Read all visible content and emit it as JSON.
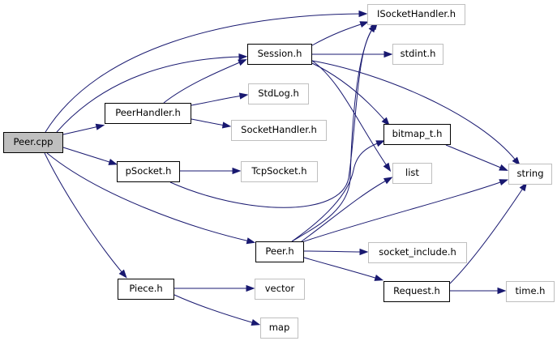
{
  "colors": {
    "edge": "#191970",
    "root_fill": "#bfbfbf",
    "node_border": "#000000",
    "external_border": "#bfbfbf"
  },
  "nodes": {
    "peer_cpp": "Peer.cpp",
    "peerhandler_h": "PeerHandler.h",
    "session_h": "Session.h",
    "isockethandler_h": "ISocketHandler.h",
    "stdint_h": "stdint.h",
    "stdlog_h": "StdLog.h",
    "sockethandler_h": "SocketHandler.h",
    "bitmap_t_h": "bitmap_t.h",
    "string": "string",
    "psocket_h": "pSocket.h",
    "tcpsocket_h": "TcpSocket.h",
    "list": "list",
    "peer_h": "Peer.h",
    "socket_include_h": "socket_include.h",
    "request_h": "Request.h",
    "time_h": "time.h",
    "piece_h": "Piece.h",
    "vector": "vector",
    "map": "map"
  },
  "edges": [
    [
      "peer_cpp",
      "isockethandler_h"
    ],
    [
      "peer_cpp",
      "session_h"
    ],
    [
      "peer_cpp",
      "peerhandler_h"
    ],
    [
      "peer_cpp",
      "psocket_h"
    ],
    [
      "peer_cpp",
      "peer_h"
    ],
    [
      "peer_cpp",
      "piece_h"
    ],
    [
      "peerhandler_h",
      "session_h"
    ],
    [
      "peerhandler_h",
      "stdlog_h"
    ],
    [
      "peerhandler_h",
      "sockethandler_h"
    ],
    [
      "session_h",
      "isockethandler_h"
    ],
    [
      "session_h",
      "stdint_h"
    ],
    [
      "session_h",
      "bitmap_t_h"
    ],
    [
      "session_h",
      "list"
    ],
    [
      "session_h",
      "string"
    ],
    [
      "psocket_h",
      "tcpsocket_h"
    ],
    [
      "psocket_h",
      "isockethandler_h"
    ],
    [
      "bitmap_t_h",
      "string"
    ],
    [
      "peer_h",
      "isockethandler_h"
    ],
    [
      "peer_h",
      "bitmap_t_h"
    ],
    [
      "peer_h",
      "list"
    ],
    [
      "peer_h",
      "string"
    ],
    [
      "peer_h",
      "socket_include_h"
    ],
    [
      "peer_h",
      "request_h"
    ],
    [
      "request_h",
      "time_h"
    ],
    [
      "request_h",
      "string"
    ],
    [
      "piece_h",
      "vector"
    ],
    [
      "piece_h",
      "map"
    ]
  ]
}
